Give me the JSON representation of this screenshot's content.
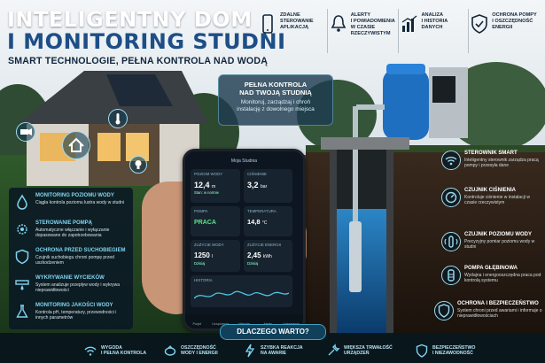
{
  "header": {
    "title_line1": "INTELIGENTNY DOM",
    "title_line2": "I MONITORING STUDNI",
    "subtitle": "SMART TECHNOLOGIE, PEŁNA KONTROLA NAD WODĄ"
  },
  "top_features": [
    {
      "icon": "phone-icon",
      "line1": "ZDALNE",
      "line2": "STEROWANIE",
      "line3": "APLIKACJĄ"
    },
    {
      "icon": "bell-icon",
      "line1": "ALERTY",
      "line2": "I POWIADOMIENIA",
      "line3": "W CZASIE RZECZYWISTYM"
    },
    {
      "icon": "chart-icon",
      "line1": "ANALIZA",
      "line2": "I HISTORIA",
      "line3": "DANYCH"
    },
    {
      "icon": "shield-check-icon",
      "line1": "OCHRONA POMPY",
      "line2": "I OSZCZĘDNOŚĆ",
      "line3": "ENERGII"
    }
  ],
  "callout": {
    "heading_line1": "PEŁNA KONTROLA",
    "heading_line2": "NAD TWOJĄ STUDNIĄ",
    "body_line1": "Monitoruj, zarządzaj i chroń",
    "body_line2": "instalację z dowolnego miejsca"
  },
  "left_features": [
    {
      "icon": "water-drop-icon",
      "title": "MONITORING POZIOMU WODY",
      "desc": "Ciągła kontrola poziomu lustra wody w studni"
    },
    {
      "icon": "gear-icon",
      "title": "STEROWANIE POMPĄ",
      "desc": "Automatyczne włączanie i wyłączanie dopasowane do zapotrzebowania"
    },
    {
      "icon": "shield-icon",
      "title": "OCHRONA PRZED SUCHOBIEGIEM",
      "desc": "Czujnik suchobiegu chroni pompę przed uszkodzeniem"
    },
    {
      "icon": "leak-icon",
      "title": "WYKRYWANIE WYCIEKÓW",
      "desc": "System analizuje przepływ wody i wykrywa nieprawidłowości"
    },
    {
      "icon": "flask-icon",
      "title": "MONITORING JAKOŚCI WODY",
      "desc": "Kontrola pH, temperatury, przewodności i innych parametrów"
    }
  ],
  "phone": {
    "screen_title": "Moja Studnia",
    "level_label": "POZIOM WODY",
    "level_value": "12,4",
    "level_unit": "m",
    "level_sub": "Stan: w normie",
    "pressure_label": "CIŚNIENIE",
    "pressure_value": "3,2",
    "pressure_unit": "bar",
    "pump_label": "POMPA",
    "pump_value": "PRACA",
    "temp_label": "TEMPERATURA",
    "temp_value": "14,8",
    "temp_unit": "°C",
    "water_use_label": "ZUŻYCIE WODY",
    "water_use_value": "1250",
    "water_use_unit": "l",
    "water_use_sub": "Dzisiaj",
    "energy_label": "ZUŻYCIE ENERGII",
    "energy_value": "2,45",
    "energy_unit": "kWh",
    "energy_sub": "Dzisiaj",
    "history_label": "HISTORIA",
    "nav": [
      "Pulpit",
      "Urządzenia",
      "Historia",
      "Alerty",
      "Ustawienia"
    ]
  },
  "right_features": [
    {
      "icon": "wifi-icon",
      "title": "STEROWNIK SMART",
      "desc": "Inteligentny sterownik zarządza pracą pompy i przesyła dane"
    },
    {
      "icon": "gauge-icon",
      "title": "CZUJNIK CIŚNIENIA",
      "desc": "Kontroluje ciśnienie w instalacji w czasie rzeczywistym"
    },
    {
      "icon": "sensor-icon",
      "title": "CZUJNIK POZIOMU WODY",
      "desc": "Precyzyjny pomiar poziomu wody w studni"
    },
    {
      "icon": "pump-icon",
      "title": "POMPA GŁĘBINOWA",
      "desc": "Wydajna i energooszczędna praca pod kontrolą systemu"
    },
    {
      "icon": "shield-icon",
      "title": "OCHRONA I BEZPIECZEŃSTWO",
      "desc": "System chroni przed awariami i informuje o nieprawidłowościach"
    }
  ],
  "bottom": {
    "heading": "DLACZEGO WARTO?",
    "items": [
      {
        "icon": "wifi-icon",
        "line1": "WYGODA",
        "line2": "I PEŁNA KONTROLA"
      },
      {
        "icon": "piggy-bank-icon",
        "line1": "OSZCZĘDNOŚĆ",
        "line2": "WODY I ENERGII"
      },
      {
        "icon": "lightning-icon",
        "line1": "SZYBKA REAKCJA",
        "line2": "NA AWARIE"
      },
      {
        "icon": "wrench-icon",
        "line1": "WIĘKSZA TRWAŁOŚĆ",
        "line2": "URZĄDZEŃ"
      },
      {
        "icon": "shield-icon",
        "line1": "BEZPIECZEŃSTWO",
        "line2": "I NIEZAWODNOŚĆ"
      }
    ]
  },
  "colors": {
    "accent": "#4fc3e8",
    "title_dark": "#1e4e86",
    "panel": "#0a1824"
  }
}
